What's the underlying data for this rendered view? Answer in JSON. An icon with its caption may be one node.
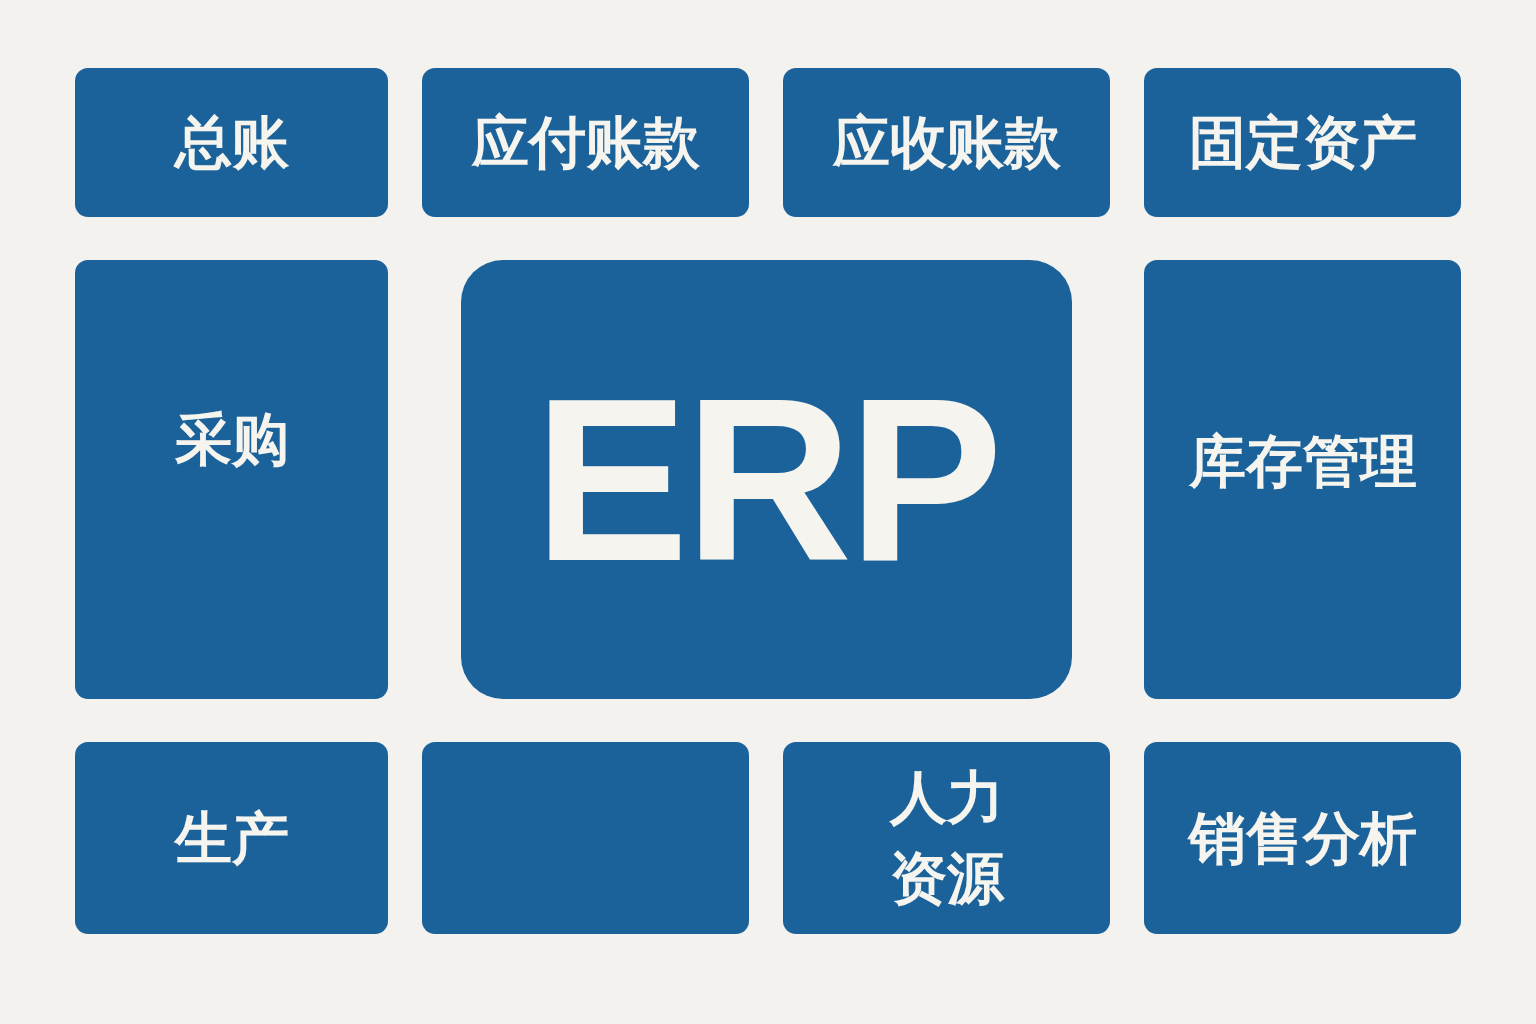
{
  "diagram": {
    "nodes": [
      {
        "text": [
          "总账"
        ]
      },
      {
        "text": [
          "应付账款"
        ]
      },
      {
        "text": [
          "应收账款"
        ]
      },
      {
        "text": [
          "固定资产"
        ]
      },
      {
        "text": [
          "采购"
        ]
      },
      {
        "text": [
          "ERP"
        ]
      },
      {
        "text": [
          "库存管理"
        ]
      },
      {
        "text": [
          "生产"
        ]
      },
      {
        "text": [],
        "shape": "box"
      },
      {
        "text": [
          "人力资源"
        ]
      },
      {
        "text": [
          "销售分析"
        ]
      }
    ]
  }
}
